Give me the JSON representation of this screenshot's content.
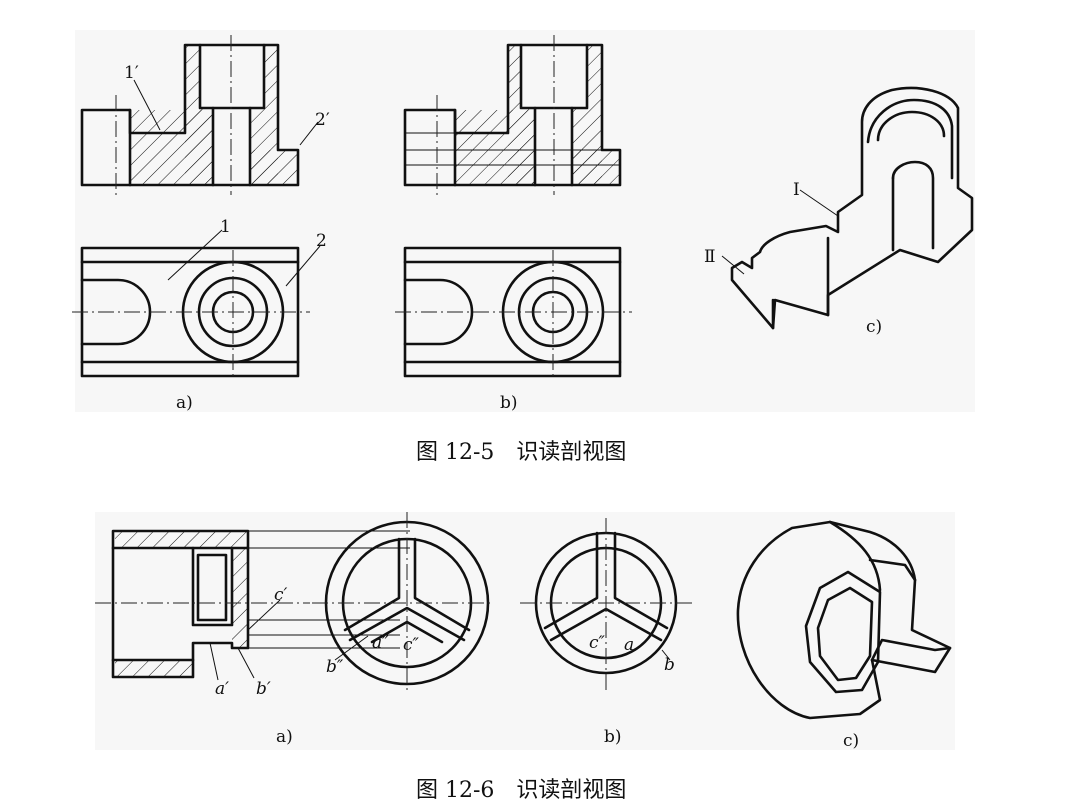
{
  "figure1": {
    "caption": "图 12-5　识读剖视图",
    "sublabels": {
      "a": "a)",
      "b": "b)",
      "c": "c)"
    },
    "callouts": {
      "p1prime": "1′",
      "p2prime": "2′",
      "p1": "1",
      "p2": "2",
      "roman1": "Ⅰ",
      "roman2": "Ⅱ"
    }
  },
  "figure2": {
    "caption": "图 12-6　识读剖视图",
    "sublabels": {
      "a": "a)",
      "b": "b)",
      "c": "c)"
    },
    "callouts": {
      "cprime": "c′",
      "aprime": "a′",
      "bprime": "b′",
      "bdd": "b″",
      "add": "a″",
      "cdd": "c″",
      "cdd_b": "c″",
      "a_b": "a",
      "b_b": "b"
    }
  }
}
